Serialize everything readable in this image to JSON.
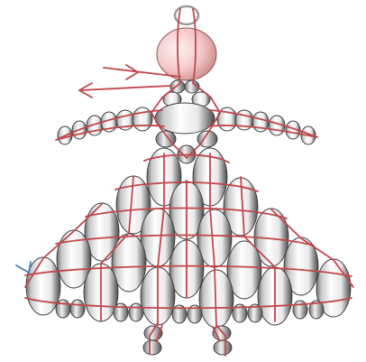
{
  "figure": {
    "subject": "bead-angel-pattern",
    "colors": {
      "thread": "#c0474c",
      "bead_light": "#ffffff",
      "bead_mid": "#e4e5e6",
      "bead_dark": "#5a5a5a",
      "head_light": "#fde3e3",
      "head_dark": "#d89a9a",
      "outline": "#3a3a3a",
      "start_marker": "#4a7fbf",
      "loop": "#9a9a9a"
    },
    "parts": [
      "hanging-loop",
      "head",
      "arms",
      "bodice",
      "skirt",
      "feet"
    ],
    "arrows": [
      "thread-direction-arrow-right",
      "thread-direction-arrow-left"
    ],
    "markers": [
      "thread-start-marker"
    ]
  }
}
